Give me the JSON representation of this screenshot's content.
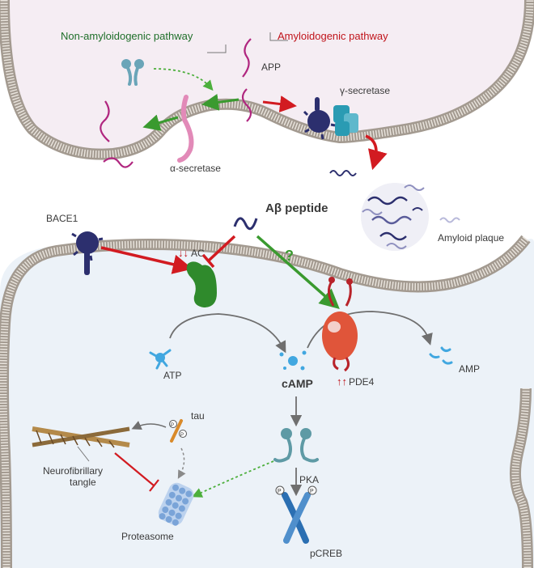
{
  "title": "",
  "pathways": {
    "non_amyloidogenic": "Non-amyloidogenic pathway",
    "amyloidogenic": "Amyloidogenic pathway"
  },
  "labels": {
    "app": "APP",
    "gamma_secretase": "γ-secretase",
    "alpha_secretase": "α-secretase",
    "abeta_peptide": "Aβ peptide",
    "amyloid_plaque": "Amyloid plaque",
    "bace1": "BACE1",
    "ac": "AC",
    "ac_arrows": "↓↓",
    "question": "?",
    "atp": "ATP",
    "camp": "cAMP",
    "pde4": "PDE4",
    "pde4_arrows": "↑↑",
    "amp": "AMP",
    "tau": "tau",
    "neurofibrillary_tangle_line1": "Neurofibrillary",
    "neurofibrillary_tangle_line2": "tangle",
    "pka": "PKA",
    "proteasome": "Proteasome",
    "pcreb": "pCREB",
    "phospho": "P"
  },
  "colors": {
    "membrane_outer": "#bdb6ad",
    "membrane_head": "#d8d2ca",
    "top_cell_fill": "#f6eef4",
    "bottom_cell_fill": "#edf3f9",
    "inhibition_red": "#d21b21",
    "activation_green": "#3a9a2f",
    "abeta_navy": "#2c2f6e",
    "app_magenta": "#b0267f",
    "ac_green": "#2f8a2c",
    "pde4_red": "#d2452a",
    "pka_teal": "#5e9aa5",
    "pcreb_blue": "#2b6fb2",
    "proteasome_blue": "#8fb6e0",
    "camp_blue": "#41a7e0",
    "tau_orange": "#d98a2a"
  }
}
